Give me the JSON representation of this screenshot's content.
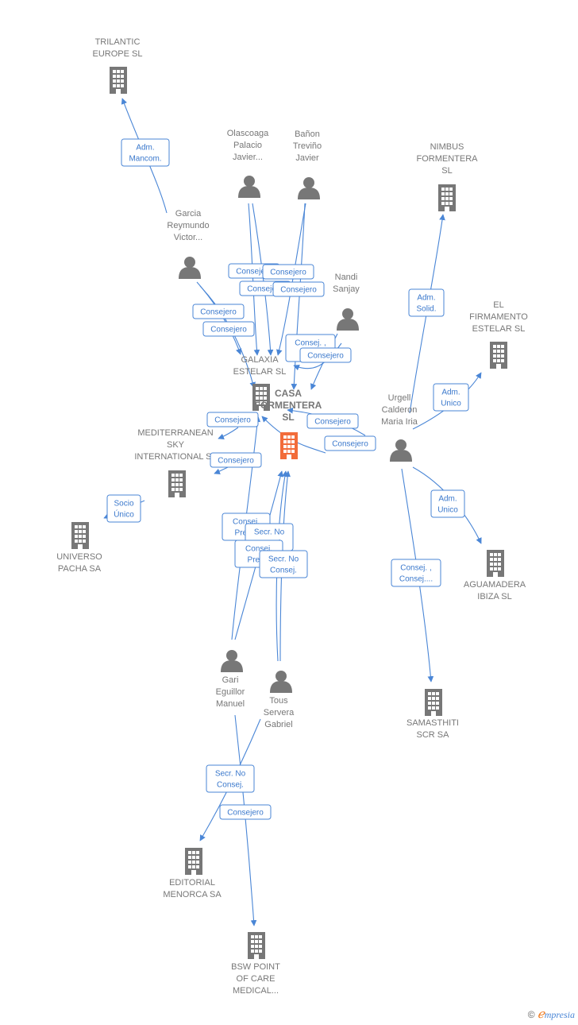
{
  "colors": {
    "edge": "#4a86d6",
    "node": "#777777",
    "main_node": "#f26c3a",
    "brand_orange": "#f07b1f"
  },
  "nodes": [
    {
      "id": "trilantic",
      "kind": "company",
      "lines": [
        "TRILANTIC",
        "EUROPE  SL"
      ]
    },
    {
      "id": "olascoaga",
      "kind": "person",
      "lines": [
        "Olascoaga",
        "Palacio",
        "Javier..."
      ]
    },
    {
      "id": "banon",
      "kind": "person",
      "lines": [
        "Bañon",
        "Treviño",
        "Javier"
      ]
    },
    {
      "id": "nimbus",
      "kind": "company",
      "lines": [
        "NIMBUS",
        "FORMENTERA",
        "SL"
      ]
    },
    {
      "id": "garcia",
      "kind": "person",
      "lines": [
        "Garcia",
        "Reymundo",
        "Victor..."
      ]
    },
    {
      "id": "nandi",
      "kind": "person",
      "lines": [
        "Nandi",
        "Sanjay"
      ]
    },
    {
      "id": "firmamento",
      "kind": "company",
      "lines": [
        "EL",
        "FIRMAMENTO",
        "ESTELAR SL"
      ]
    },
    {
      "id": "galaxia",
      "kind": "company",
      "lines": [
        "GALAXIA",
        "ESTELAR  SL"
      ]
    },
    {
      "id": "casa",
      "kind": "main",
      "lines": [
        "CASA",
        "FORMENTERA",
        "SL"
      ]
    },
    {
      "id": "urgell",
      "kind": "person",
      "lines": [
        "Urgell",
        "Calderon",
        "Maria Iria"
      ]
    },
    {
      "id": "mediterranean",
      "kind": "company",
      "lines": [
        "MEDITERRANEAN",
        "SKY",
        "INTERNATIONAL SL"
      ]
    },
    {
      "id": "universo",
      "kind": "company",
      "lines": [
        "UNIVERSO",
        "PACHA SA"
      ]
    },
    {
      "id": "aguamadera",
      "kind": "company",
      "lines": [
        "AGUAMADERA",
        "IBIZA  SL"
      ]
    },
    {
      "id": "gari",
      "kind": "person",
      "lines": [
        "Gari",
        "Eguillor",
        "Manuel"
      ]
    },
    {
      "id": "tous",
      "kind": "person",
      "lines": [
        "Tous",
        "Servera",
        "Gabriel"
      ]
    },
    {
      "id": "samasthiti",
      "kind": "company",
      "lines": [
        "SAMASTHITI",
        "SCR SA"
      ]
    },
    {
      "id": "editorial",
      "kind": "company",
      "lines": [
        "EDITORIAL",
        "MENORCA SA"
      ]
    },
    {
      "id": "bsw",
      "kind": "company",
      "lines": [
        "BSW POINT",
        "OF CARE",
        "MEDICAL..."
      ]
    }
  ],
  "relations": [
    {
      "id": "r1",
      "lines": [
        "Adm.",
        "Mancom."
      ]
    },
    {
      "id": "r2",
      "lines": [
        "Adm.",
        "Solid."
      ]
    },
    {
      "id": "r3",
      "lines": [
        "Adm.",
        "Unico"
      ]
    },
    {
      "id": "r4",
      "lines": [
        "Consejero"
      ]
    },
    {
      "id": "r5",
      "lines": [
        "Consejero"
      ]
    },
    {
      "id": "r6",
      "lines": [
        "Consejero"
      ]
    },
    {
      "id": "r7",
      "lines": [
        "Consejero"
      ]
    },
    {
      "id": "r8",
      "lines": [
        "Consejero"
      ]
    },
    {
      "id": "r9",
      "lines": [
        "Consejero"
      ]
    },
    {
      "id": "r10",
      "lines": [
        "Consej. ,",
        "Co..."
      ]
    },
    {
      "id": "r11",
      "lines": [
        "Consejero"
      ]
    },
    {
      "id": "r12",
      "lines": [
        "Consejero"
      ]
    },
    {
      "id": "r13",
      "lines": [
        "Consejero"
      ]
    },
    {
      "id": "r14",
      "lines": [
        "Consejero"
      ]
    },
    {
      "id": "r15",
      "lines": [
        "Consejero"
      ]
    },
    {
      "id": "r16",
      "lines": [
        "Socio",
        "Único"
      ]
    },
    {
      "id": "r17",
      "lines": [
        "Adm.",
        "Unico"
      ]
    },
    {
      "id": "r18",
      "lines": [
        "Consej.",
        "Pres..."
      ]
    },
    {
      "id": "r19",
      "lines": [
        "Secr.  No",
        "Consej."
      ]
    },
    {
      "id": "r20",
      "lines": [
        "Consej.",
        "Pres..."
      ]
    },
    {
      "id": "r21",
      "lines": [
        "Secr.  No",
        "Consej."
      ]
    },
    {
      "id": "r22",
      "lines": [
        "Consej. ,",
        "Consej...."
      ]
    },
    {
      "id": "r23",
      "lines": [
        "Secr.  No",
        "Consej."
      ]
    },
    {
      "id": "r24",
      "lines": [
        "Consejero"
      ]
    }
  ],
  "brand": {
    "symbol": "©",
    "e": "ℯ",
    "rest": "mpresia"
  }
}
